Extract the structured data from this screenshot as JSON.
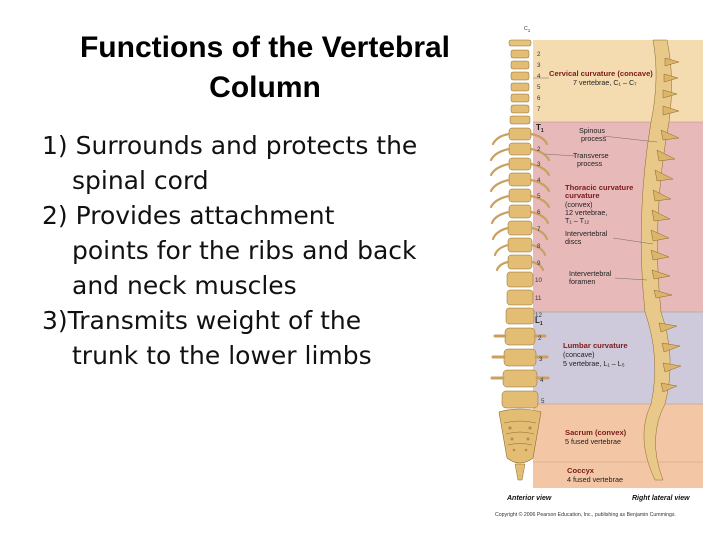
{
  "slide": {
    "title_line1": "Functions of the Vertebral",
    "title_line2": "Column",
    "bullets": [
      {
        "first": "1) Surrounds and protects the",
        "cont": [
          "spinal cord"
        ]
      },
      {
        "first": "2) Provides attachment",
        "cont": [
          "points for the ribs and back",
          "and neck muscles"
        ]
      },
      {
        "first": "3)Transmits weight of the",
        "cont": [
          "trunk to the lower limbs"
        ]
      }
    ]
  },
  "figure": {
    "top_label": "C",
    "top_label_sub": "1",
    "regions": [
      {
        "name": "cervical",
        "color": "#f5dcb0",
        "title": "Cervical curvature (concave)",
        "lines": [
          "7 vertebrae, C₁ – C₇"
        ]
      },
      {
        "name": "thoracic",
        "color": "#e7b9b9",
        "title": "Thoracic curvature",
        "lines": [
          "(convex)",
          "12 vertebrae,",
          "T₁ – T₁₂"
        ]
      },
      {
        "name": "lumbar",
        "color": "#cfcadb",
        "title": "Lumbar curvature",
        "lines": [
          "(concave)",
          "5 vertebrae, L₁ – L₅"
        ]
      },
      {
        "name": "sacrum",
        "color": "#f3c7a6",
        "title": "Sacrum (convex)",
        "lines": [
          "5 fused vertebrae"
        ]
      },
      {
        "name": "coccyx",
        "color": "#f3c7a6",
        "title": "Coccyx",
        "lines": [
          "4 fused vertebrae"
        ]
      }
    ],
    "callouts": {
      "spinous": [
        "Spinous",
        "process"
      ],
      "transverse": [
        "Transverse",
        "process"
      ],
      "intervertebral_discs": [
        "Intervertebral",
        "discs"
      ],
      "intervertebral_foramen": [
        "Intervertebral",
        "foramen"
      ]
    },
    "markers": {
      "t1": "T",
      "t1_sub": "1",
      "l1": "L",
      "l1_sub": "1"
    },
    "cervical_numbers": [
      "2",
      "3",
      "4",
      "5",
      "6",
      "7"
    ],
    "thoracic_numbers": [
      "2",
      "3",
      "4",
      "5",
      "6",
      "7",
      "8",
      "9",
      "10",
      "11",
      "12"
    ],
    "lumbar_numbers": [
      "2",
      "3",
      "4",
      "5"
    ],
    "anterior_view": "Anterior view",
    "lateral_view": "Right lateral view",
    "copyright": "Copyright © 2006 Pearson Education, Inc., publishing as Benjamin Cummings."
  }
}
